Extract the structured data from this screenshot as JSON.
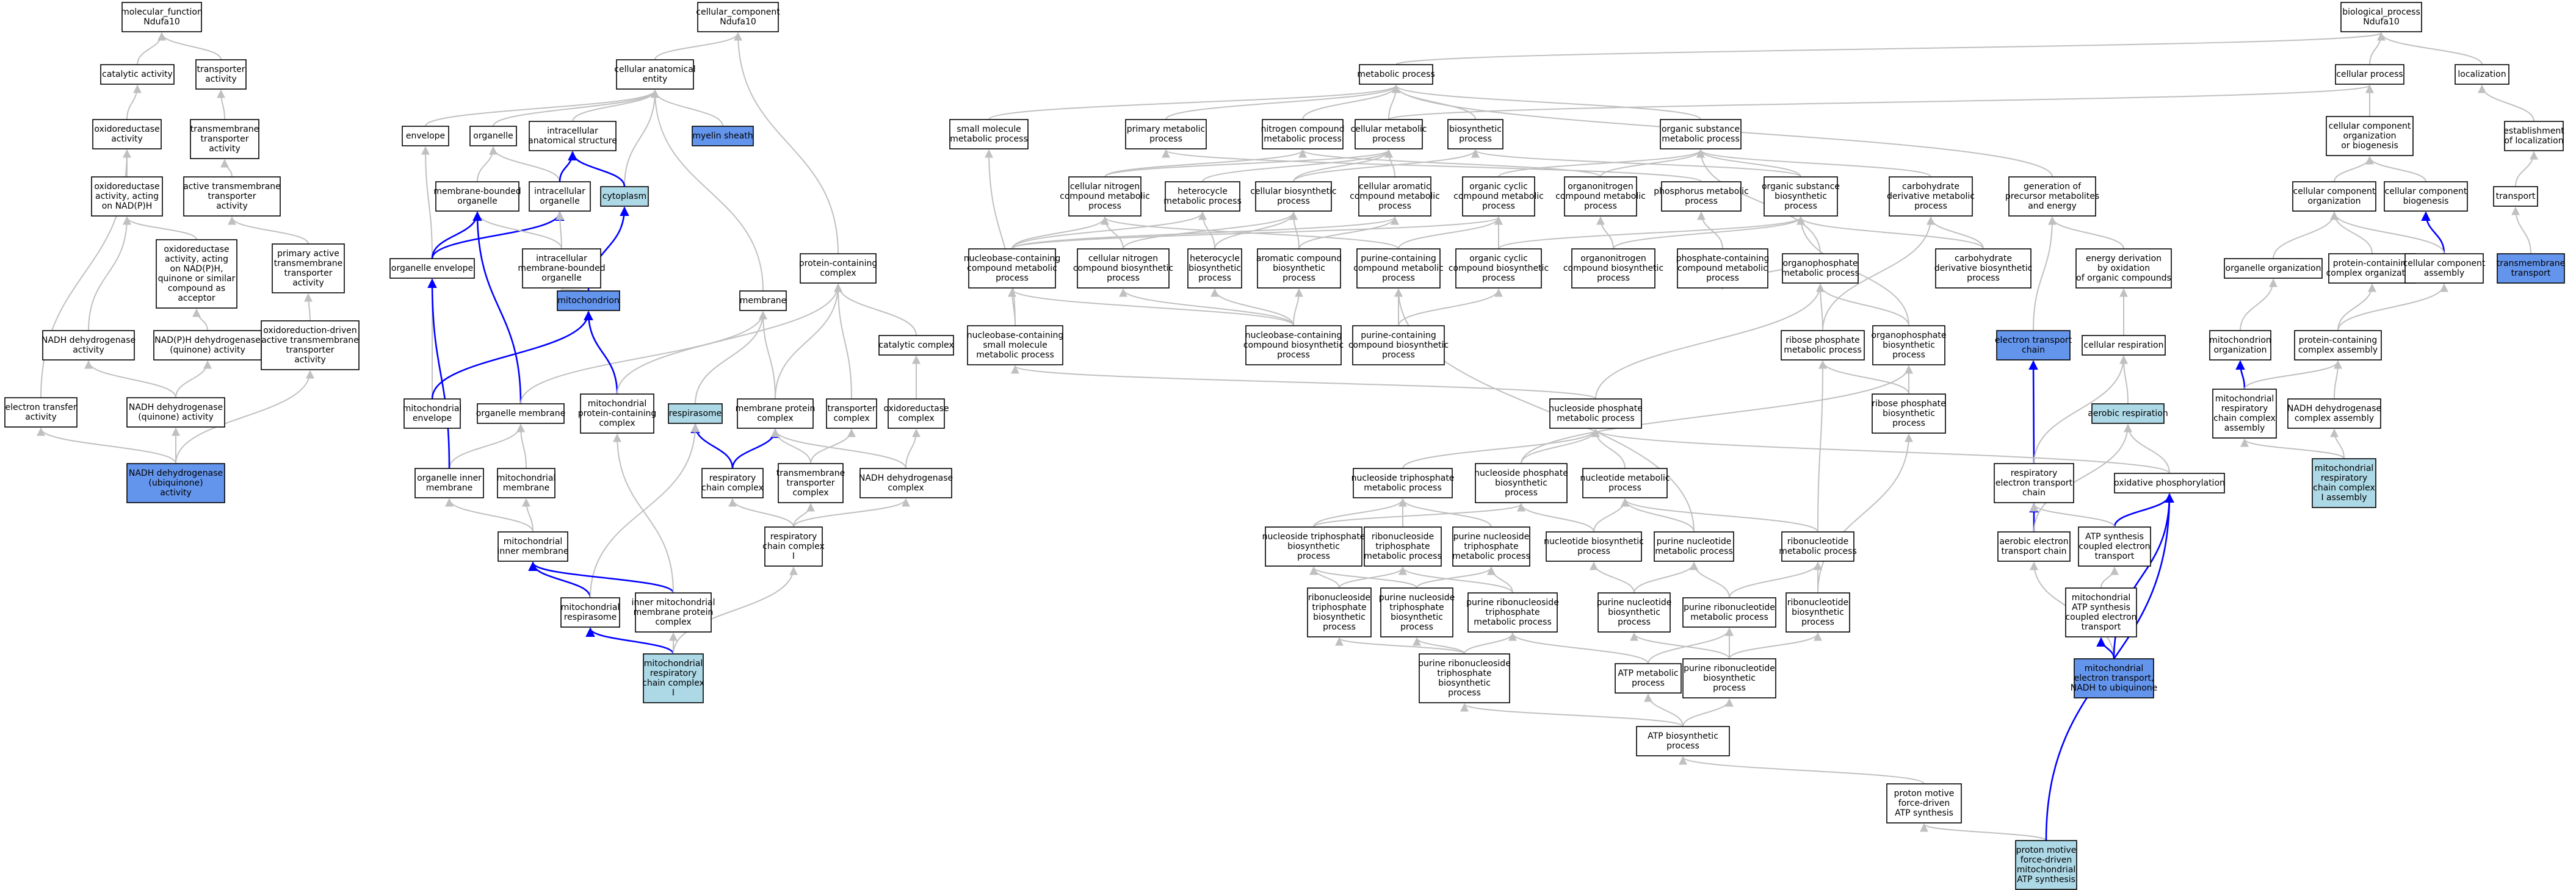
{
  "colors": {
    "white": "#ffffff",
    "light": "#add8e6",
    "blue": "#6495ed",
    "edge_gray": "#c0c0c0",
    "edge_blue": "#0000ff"
  },
  "nodes": {
    "mf": [
      "molecular_function",
      "Ndufa10"
    ],
    "catalytic": [
      "catalytic activity"
    ],
    "transporter_act": [
      "transporter",
      "activity"
    ],
    "oxidoreductase_act": [
      "oxidoreductase",
      "activity"
    ],
    "tm_transporter": [
      "transmembrane",
      "transporter",
      "activity"
    ],
    "oxido_nadph": [
      "oxidoreductase",
      "activity, acting",
      "on NAD(P)H"
    ],
    "active_tm": [
      "active transmembrane",
      "transporter",
      "activity"
    ],
    "oxido_quinone": [
      "oxidoreductase",
      "activity, acting",
      "on NAD(P)H,",
      "quinone or similar",
      "compound as",
      "acceptor"
    ],
    "primary_active": [
      "primary active",
      "transmembrane",
      "transporter",
      "activity"
    ],
    "nadh_dh_act": [
      "NADH dehydrogenase",
      "activity"
    ],
    "nadph_dh_quinone": [
      "NAD(P)H dehydrogenase",
      "(quinone) activity"
    ],
    "oxred_driven": [
      "oxidoreduction-driven",
      "active transmembrane",
      "transporter",
      "activity"
    ],
    "electron_transfer": [
      "electron transfer",
      "activity"
    ],
    "nadh_dh_quinone": [
      "NADH dehydrogenase",
      "(quinone) activity"
    ],
    "nadh_dh_ubiq": [
      "NADH dehydrogenase",
      "(ubiquinone)",
      "activity"
    ],
    "cc": [
      "cellular_component",
      "Ndufa10"
    ],
    "cae": [
      "cellular anatomical",
      "entity"
    ],
    "envelope": [
      "envelope"
    ],
    "organelle": [
      "organelle"
    ],
    "intracellular_as": [
      "intracellular",
      "anatomical structure"
    ],
    "myelin": [
      "myelin sheath"
    ],
    "membrane_bounded": [
      "membrane-bounded",
      "organelle"
    ],
    "intracellular_org": [
      "intracellular",
      "organelle"
    ],
    "cytoplasm": [
      "cytoplasm"
    ],
    "organelle_env": [
      "organelle envelope"
    ],
    "imbo": [
      "intracellular",
      "membrane-bounded",
      "organelle"
    ],
    "prot_complex": [
      "protein-containing",
      "complex"
    ],
    "membrane": [
      "membrane"
    ],
    "mitochondrion": [
      "mitochondrion"
    ],
    "catalytic_complex": [
      "catalytic complex"
    ],
    "mito_env": [
      "mitochondrial",
      "envelope"
    ],
    "org_membrane": [
      "organelle membrane"
    ],
    "mito_pcc": [
      "mitochondrial",
      "protein-containing",
      "complex"
    ],
    "respirasome": [
      "respirasome"
    ],
    "membrane_prot_complex": [
      "membrane protein",
      "complex"
    ],
    "transporter_complex": [
      "transporter",
      "complex"
    ],
    "oxidoreductase_complex": [
      "oxidoreductase",
      "complex"
    ],
    "org_inner_membrane": [
      "organelle inner",
      "membrane"
    ],
    "mito_membrane": [
      "mitochondrial",
      "membrane"
    ],
    "resp_chain_complex": [
      "respiratory",
      "chain complex"
    ],
    "tm_transporter_complex": [
      "transmembrane",
      "transporter",
      "complex"
    ],
    "nadh_dh_complex": [
      "NADH dehydrogenase",
      "complex"
    ],
    "mito_inner_membrane": [
      "mitochondrial",
      "inner membrane"
    ],
    "resp_chain_complex_i": [
      "respiratory",
      "chain complex",
      "I"
    ],
    "mito_respirasome": [
      "mitochondrial",
      "respirasome"
    ],
    "inner_mito_mpc": [
      "inner mitochondrial",
      "membrane protein",
      "complex"
    ],
    "mito_rcc_i": [
      "mitochondrial",
      "respiratory",
      "chain complex",
      "I"
    ],
    "bp": [
      "biological_process",
      "Ndufa10"
    ],
    "metabolic": [
      "metabolic process"
    ],
    "cellular_process": [
      "cellular process"
    ],
    "localization": [
      "localization"
    ],
    "small_molecule": [
      "small molecule",
      "metabolic process"
    ],
    "primary_metabolic": [
      "primary metabolic",
      "process"
    ],
    "nitrogen_compound": [
      "nitrogen compound",
      "metabolic process"
    ],
    "cellular_metabolic": [
      "cellular metabolic",
      "process"
    ],
    "biosynthetic": [
      "biosynthetic",
      "process"
    ],
    "organic_substance": [
      "organic substance",
      "metabolic process"
    ],
    "cc_org_biogenesis": [
      "cellular component",
      "organization",
      "or biogenesis"
    ],
    "establishment_loc": [
      "establishment",
      "of localization"
    ],
    "cellular_nitrogen": [
      "cellular nitrogen",
      "compound metabolic",
      "process"
    ],
    "heterocycle_met": [
      "heterocycle",
      "metabolic process"
    ],
    "cellular_biosynthetic": [
      "cellular biosynthetic",
      "process"
    ],
    "cellular_aromatic": [
      "cellular aromatic",
      "compound metabolic",
      "process"
    ],
    "organic_cyclic_met": [
      "organic cyclic",
      "compound metabolic",
      "process"
    ],
    "organonitrogen_met": [
      "organonitrogen",
      "compound metabolic",
      "process"
    ],
    "phosphorus_met": [
      "phosphorus metabolic",
      "process"
    ],
    "organic_substance_bio": [
      "organic substance",
      "biosynthetic",
      "process"
    ],
    "carbohydrate_deriv_met": [
      "carbohydrate",
      "derivative metabolic",
      "process"
    ],
    "gen_precursor": [
      "generation of",
      "precursor metabolites",
      "and energy"
    ],
    "cc_organization": [
      "cellular component",
      "organization"
    ],
    "cc_biogenesis": [
      "cellular component",
      "biogenesis"
    ],
    "transport": [
      "transport"
    ],
    "nucleobase_met": [
      "nucleobase-containing",
      "compound metabolic",
      "process"
    ],
    "cellular_nitrogen_bio": [
      "cellular nitrogen",
      "compound biosynthetic",
      "process"
    ],
    "heterocycle_bio": [
      "heterocycle",
      "biosynthetic",
      "process"
    ],
    "aromatic_bio": [
      "aromatic compound",
      "biosynthetic",
      "process"
    ],
    "purine_containing_met": [
      "purine-containing",
      "compound metabolic",
      "process"
    ],
    "organic_cyclic_bio": [
      "organic cyclic",
      "compound biosynthetic",
      "process"
    ],
    "organonitrogen_bio": [
      "organonitrogen",
      "compound biosynthetic",
      "process"
    ],
    "phosphate_containing": [
      "phosphate-containing",
      "compound metabolic",
      "process"
    ],
    "organophosphate_met": [
      "organophosphate",
      "metabolic process"
    ],
    "carbohydrate_deriv_bio": [
      "carbohydrate",
      "derivative biosynthetic",
      "process"
    ],
    "energy_derivation": [
      "energy derivation",
      "by oxidation",
      "of organic compounds"
    ],
    "organelle_org": [
      "organelle organization"
    ],
    "pcc_organization": [
      "protein-containing",
      "complex organization"
    ],
    "cc_assembly": [
      "cellular component",
      "assembly"
    ],
    "tm_transport": [
      "transmembrane",
      "transport"
    ],
    "nucleobase_small": [
      "nucleobase-containing",
      "small molecule",
      "metabolic process"
    ],
    "nucleobase_bio": [
      "nucleobase-containing",
      "compound biosynthetic",
      "process"
    ],
    "purine_containing_bio": [
      "purine-containing",
      "compound biosynthetic",
      "process"
    ],
    "ribose_phosphate_met": [
      "ribose phosphate",
      "metabolic process"
    ],
    "organophosphate_bio": [
      "organophosphate",
      "biosynthetic",
      "process"
    ],
    "electron_transport_chain": [
      "electron transport",
      "chain"
    ],
    "cellular_respiration": [
      "cellular respiration"
    ],
    "mito_organization": [
      "mitochondrion",
      "organization"
    ],
    "pcc_assembly": [
      "protein-containing",
      "complex assembly"
    ],
    "nucleoside_phosphate_met": [
      "nucleoside phosphate",
      "metabolic process"
    ],
    "ribose_phosphate_bio": [
      "ribose phosphate",
      "biosynthetic",
      "process"
    ],
    "aerobic_respiration": [
      "aerobic respiration"
    ],
    "mito_rcc_assembly": [
      "mitochondrial",
      "respiratory",
      "chain complex",
      "assembly"
    ],
    "nadh_dh_complex_assembly": [
      "NADH dehydrogenase",
      "complex assembly"
    ],
    "nucleoside_triphosphate_met": [
      "nucleoside triphosphate",
      "metabolic process"
    ],
    "nucleoside_phosphate_bio": [
      "nucleoside phosphate",
      "biosynthetic",
      "process"
    ],
    "nucleotide_met": [
      "nucleotide metabolic",
      "process"
    ],
    "resp_etc": [
      "respiratory",
      "electron transport",
      "chain"
    ],
    "oxidative_phos": [
      "oxidative phosphorylation"
    ],
    "mito_rcc_i_assembly": [
      "mitochondrial",
      "respiratory",
      "chain complex",
      "I assembly"
    ],
    "nucleoside_triphosphate_bio": [
      "nucleoside triphosphate",
      "biosynthetic",
      "process"
    ],
    "ribonucleoside_tp_met": [
      "ribonucleoside",
      "triphosphate",
      "metabolic process"
    ],
    "purine_nucleoside_tp_met": [
      "purine nucleoside",
      "triphosphate",
      "metabolic process"
    ],
    "nucleotide_bio": [
      "nucleotide biosynthetic",
      "process"
    ],
    "purine_nucleotide_met": [
      "purine nucleotide",
      "metabolic process"
    ],
    "ribonucleotide_met": [
      "ribonucleotide",
      "metabolic process"
    ],
    "aerobic_etc": [
      "aerobic electron",
      "transport chain"
    ],
    "atp_synthesis_coupled": [
      "ATP synthesis",
      "coupled electron",
      "transport"
    ],
    "ribonucleoside_tp_bio": [
      "ribonucleoside",
      "triphosphate",
      "biosynthetic",
      "process"
    ],
    "purine_nucleoside_tp_bio": [
      "purine nucleoside",
      "triphosphate",
      "biosynthetic",
      "process"
    ],
    "purine_ribonucleoside_tp_met": [
      "purine ribonucleoside",
      "triphosphate",
      "metabolic process"
    ],
    "purine_nucleotide_bio": [
      "purine nucleotide",
      "biosynthetic",
      "process"
    ],
    "purine_ribonucleotide_met": [
      "purine ribonucleotide",
      "metabolic process"
    ],
    "ribonucleotide_bio": [
      "ribonucleotide",
      "biosynthetic",
      "process"
    ],
    "mito_atp_synthesis_coupled": [
      "mitochondrial",
      "ATP synthesis",
      "coupled electron",
      "transport"
    ],
    "purine_ribonucleoside_tp_bio": [
      "purine ribonucleoside",
      "triphosphate",
      "biosynthetic",
      "process"
    ],
    "atp_met": [
      "ATP metabolic",
      "process"
    ],
    "purine_ribonucleotide_bio": [
      "purine ribonucleotide",
      "biosynthetic",
      "process"
    ],
    "mito_etc_nadh": [
      "mitochondrial",
      "electron transport,",
      "NADH to ubiquinone"
    ],
    "atp_bio": [
      "ATP biosynthetic",
      "process"
    ],
    "proton_motive": [
      "proton motive",
      "force-driven",
      "ATP synthesis"
    ],
    "proton_motive_mito": [
      "proton motive",
      "force-driven",
      "mitochondrial",
      "ATP synthesis"
    ]
  }
}
